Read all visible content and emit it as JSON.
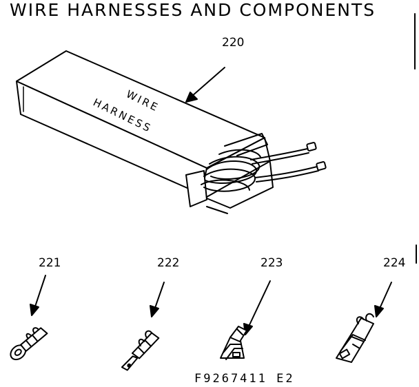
{
  "title": "WIRE HARNESSES AND COMPONENTS",
  "box_label": {
    "line1": "WIRE",
    "line2": "HARNESS"
  },
  "parts": [
    {
      "number": "220",
      "item": "wire-harness-box"
    },
    {
      "number": "221",
      "item": "ring-terminal"
    },
    {
      "number": "222",
      "item": "spade-terminal"
    },
    {
      "number": "223",
      "item": "flat-receptacle-terminal"
    },
    {
      "number": "224",
      "item": "female-receptacle-terminal"
    }
  ],
  "figure_code": "F9267411 E2",
  "colors": {
    "ink": "#000000",
    "paper": "#ffffff"
  }
}
